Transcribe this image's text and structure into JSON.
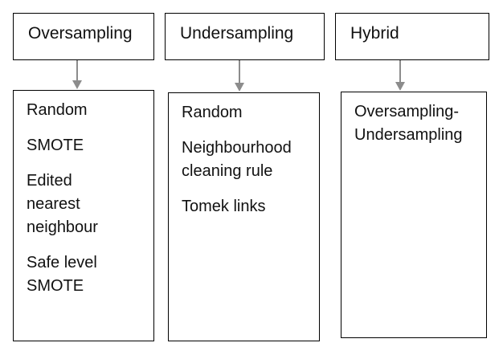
{
  "colors": {
    "border": "#000000",
    "arrow": "#8c8c8c",
    "text": "#111111"
  },
  "columns": [
    {
      "header": "Oversampling",
      "items": [
        "Random",
        "SMOTE",
        "Edited\nnearest\nneighbour",
        "Safe level\nSMOTE"
      ]
    },
    {
      "header": "Undersampling",
      "items": [
        "Random",
        "Neighbourhood\ncleaning rule",
        "Tomek links"
      ]
    },
    {
      "header": "Hybrid",
      "items": [
        "Oversampling-Undersampling"
      ]
    }
  ],
  "connector_icon": "down-arrow-icon"
}
